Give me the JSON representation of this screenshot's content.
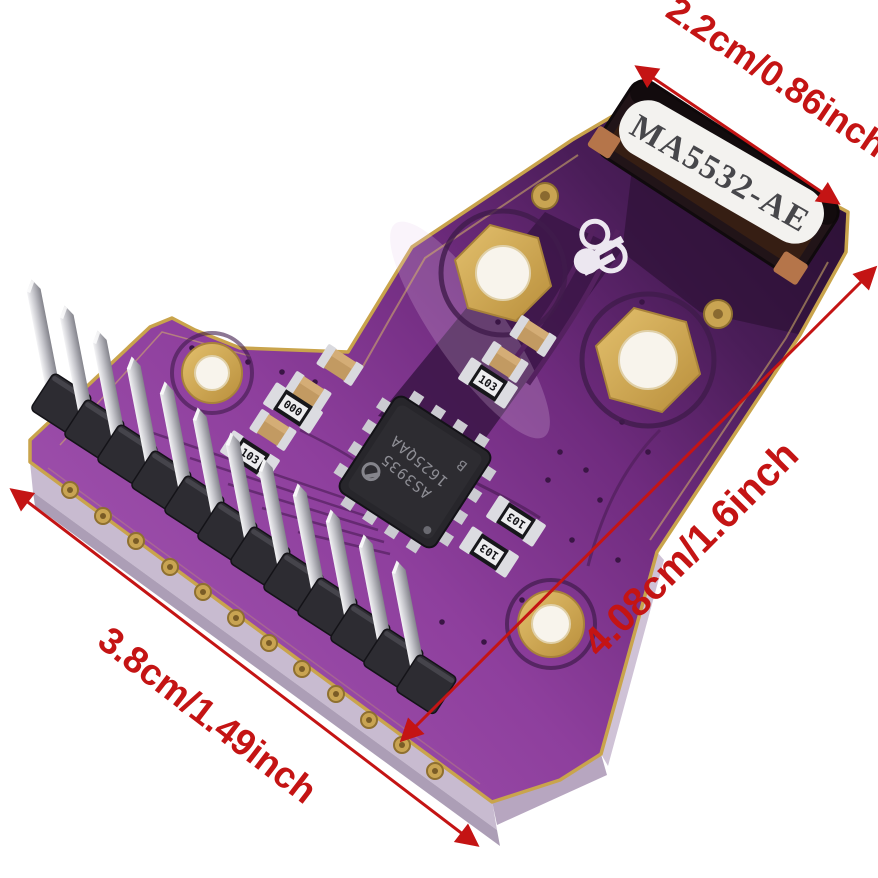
{
  "scene": {
    "type": "product-photo",
    "subject": "Purple T-shaped lightning-sensor breakout PCB with 12-pin header, antenna and red dimension arrows",
    "background_color": "#ffffff"
  },
  "annotations": {
    "color": "#c41414",
    "antenna_width": "2.2cm/0.86inch",
    "board_height": "4.08cm/1.6inch",
    "board_width": "3.8cm/1.49inch"
  },
  "board": {
    "antenna": {
      "label": "MA5532-AE"
    },
    "chip": {
      "marking_line1": "AS3935",
      "marking_line2": "1625QAA",
      "marking_suffix": "B"
    },
    "smd_markings": {
      "resistor_10k": "103",
      "resistor_zero": "000"
    },
    "pin_count": 12,
    "colors": {
      "pcb_bright": "#9b4aa9",
      "pcb_mid": "#833992",
      "pcb_dark": "#53205f",
      "pcb_darkest": "#341540",
      "gold": "#cfa952",
      "edge_side": "#c8bbd0",
      "pin_plastic": "#2d2c32",
      "pin_metal": "#c4c4ca"
    }
  }
}
